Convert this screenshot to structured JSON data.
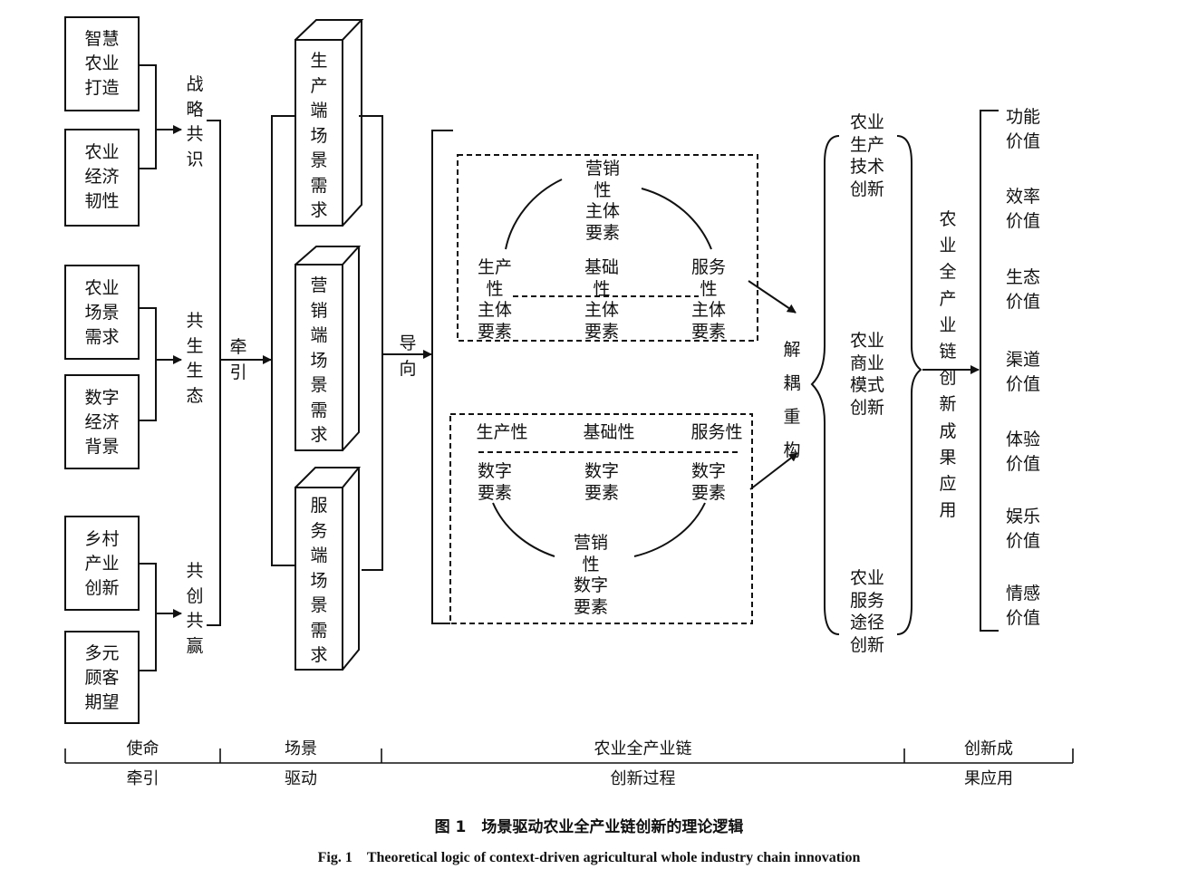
{
  "mission": {
    "boxes": [
      "智慧\n农业\n打造",
      "农业\n经济\n韧性",
      "农业\n场景\n需求",
      "数字\n经济\n背景",
      "乡村\n产业\n创新",
      "多元\n顾客\n期望"
    ],
    "groups": [
      "战\n略\n共\n识",
      "共\n生\n生\n态",
      "共\n创\n共\n赢"
    ]
  },
  "traction_label": "牵\n引",
  "scene": {
    "boxes": [
      "生\n产\n端\n场\n景\n需\n求",
      "营\n销\n端\n场\n景\n需\n求",
      "服\n务\n端\n场\n景\n需\n求"
    ]
  },
  "guide_label": "导\n向",
  "process": {
    "upper": {
      "top": "营销\n性\n主体\n要素",
      "left": "生产\n性\n主体\n要素",
      "center": "基础\n性\n主体\n要素",
      "right": "服务\n性\n主体\n要素"
    },
    "lower": {
      "header_left": "生产性",
      "header_center": "基础性",
      "header_right": "服务性",
      "left": "数字\n要素",
      "center": "数字\n要素",
      "right": "数字\n要素",
      "bottom": "营销\n性\n数字\n要素"
    },
    "decouple_label": "解\n耦\n重\n构"
  },
  "innovations": [
    "农业\n生产\n技术\n创新",
    "农业\n商业\n模式\n创新",
    "农业\n服务\n途径\n创新"
  ],
  "application_label": "农\n业\n全\n产\n业\n链\n创\n新\n成\n果\n应\n用",
  "values": [
    "功能\n价值",
    "效率\n价值",
    "生态\n价值",
    "渠道\n价值",
    "体验\n价值",
    "娱乐\n价值",
    "情感\n价值"
  ],
  "axis": {
    "segments": [
      {
        "top": "使命",
        "bottom": "牵引"
      },
      {
        "top": "场景",
        "bottom": "驱动"
      },
      {
        "top": "农业全产业链",
        "bottom": "创新过程"
      },
      {
        "top": "创新成",
        "bottom": "果应用"
      }
    ]
  },
  "caption": {
    "zh": "图 1　场景驱动农业全产业链创新的理论逻辑",
    "en": "Fig. 1　Theoretical logic of context-driven agricultural whole industry chain innovation"
  }
}
